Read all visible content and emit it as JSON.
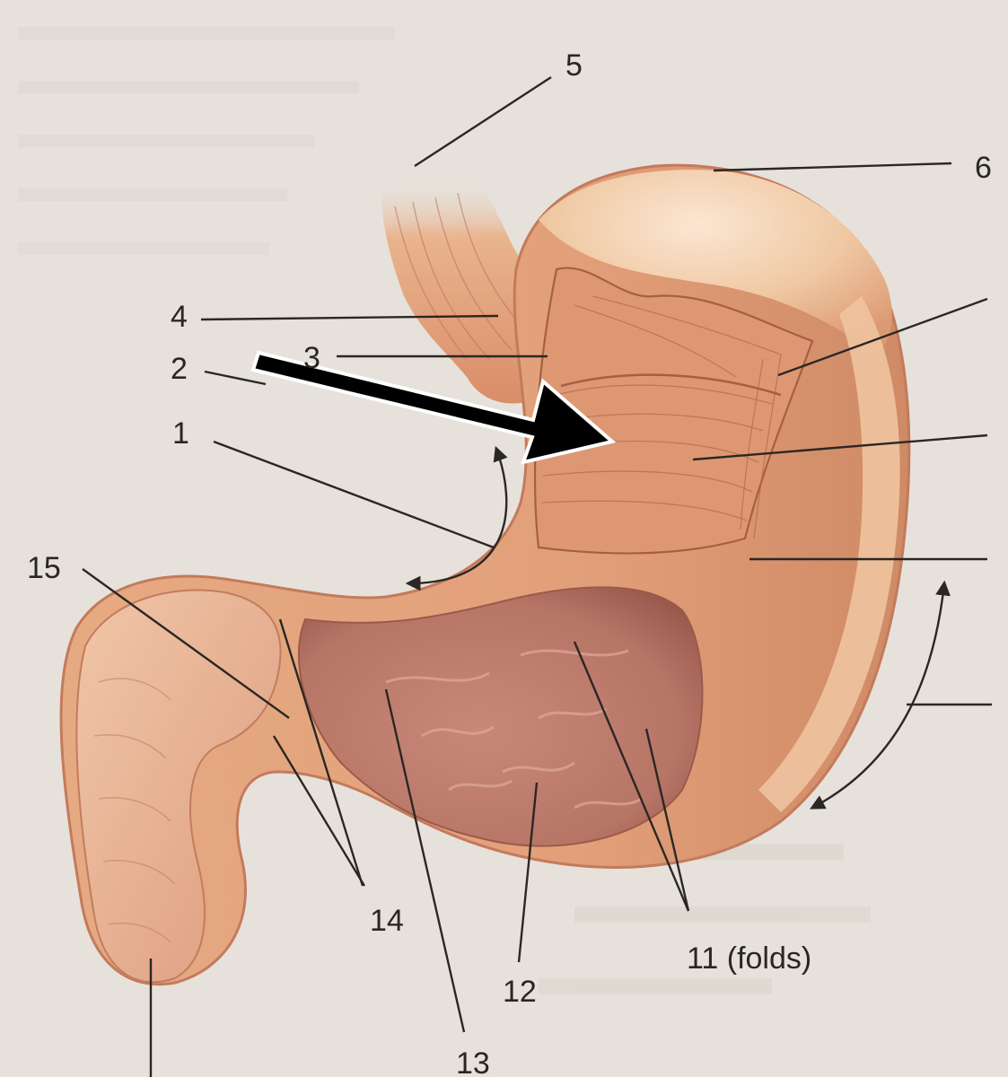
{
  "figure": {
    "labels": {
      "l1": "1",
      "l2": "2",
      "l3": "3",
      "l4": "4",
      "l5": "5",
      "l6": "6",
      "l11": "11 (folds)",
      "l12": "12",
      "l13": "13",
      "l14": "14",
      "l15": "15"
    },
    "colors": {
      "paper": "#e6e2db",
      "tissue_light": "#f0c9a4",
      "tissue_mid": "#dc9a74",
      "tissue_dark": "#b86a50",
      "mucosa": "#b77566",
      "ink": "#2a2622",
      "pointer_arrow": "#000000"
    },
    "icons": {
      "pointer": "arrow-right-icon",
      "curvature_markers": "double-headed-curved-arrow-icon"
    }
  }
}
